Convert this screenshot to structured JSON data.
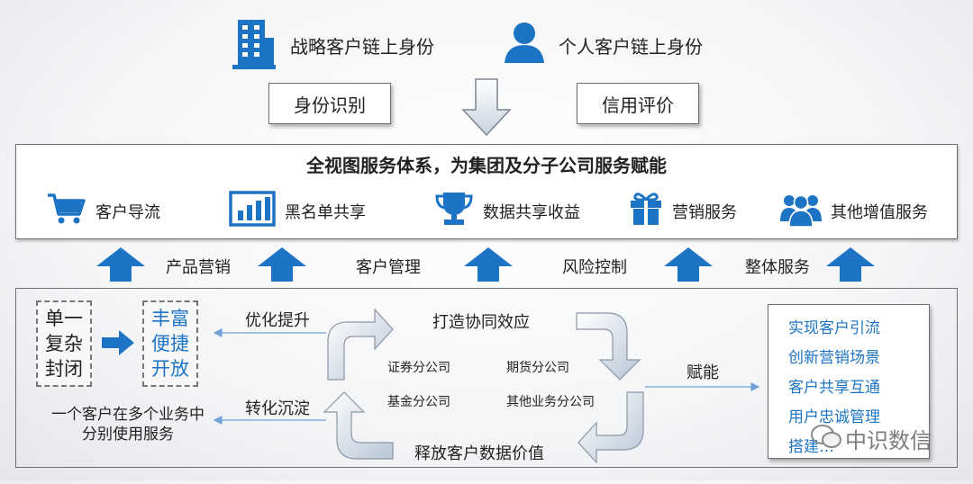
{
  "top": {
    "strategic_identity": "战略客户链上身份",
    "personal_identity": "个人客户链上身份",
    "identity_recognition": "身份识别",
    "credit_evaluation": "信用评价"
  },
  "service_system": {
    "title": "全视图服务体系，为集团及分子公司服务赋能",
    "items": [
      "客户导流",
      "黑名单共享",
      "数据共享收益",
      "营销服务",
      "其他增值服务"
    ]
  },
  "arrow_labels": [
    "产品营销",
    "客户管理",
    "风险控制",
    "整体服务"
  ],
  "bottom": {
    "left_box": [
      "单一",
      "复杂",
      "封闭"
    ],
    "middle_box": [
      "丰富",
      "便捷",
      "开放"
    ],
    "optimize": "优化提升",
    "convert": "转化沉淀",
    "left_note_line1": "一个客户在多个业务中",
    "left_note_line2": "分别使用服务",
    "synergy": "打造协同效应",
    "release": "释放客户数据价值",
    "empower": "赋能",
    "companies": [
      "证券分公司",
      "期货分公司",
      "基金分公司",
      "其他业务分公司"
    ],
    "right_list": [
      "实现客户引流",
      "创新营销场景",
      "客户共享互通",
      "用户忠诚管理",
      "搭建…"
    ]
  },
  "watermark": "中识数信",
  "colors": {
    "accent": "#1d74c4"
  }
}
